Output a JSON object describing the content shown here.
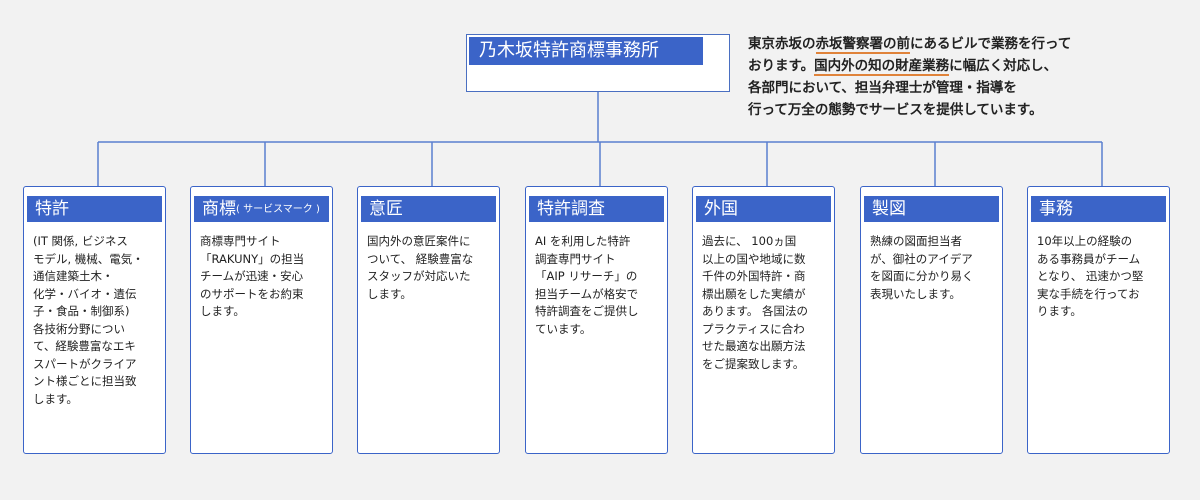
{
  "company": {
    "name": "乃木坂特許商標事務所"
  },
  "intro": {
    "lines": [
      [
        "東京赤坂の",
        {
          "u": "赤坂警察署の前"
        },
        "にあるビルで業務を行って"
      ],
      [
        "おります。",
        {
          "u": "国内外の知の財産業務"
        },
        "に幅広く対応し、"
      ],
      [
        "各部門において、担当弁理士が管理・指導を"
      ],
      [
        "行って万全の態勢でサービスを提供しています。"
      ]
    ],
    "underline_color": "#e0833a"
  },
  "departments": [
    {
      "title": "特許",
      "subtitle": "",
      "body": [
        "(IT 関係, ビジネス",
        "モデル, 機械、電気・",
        "通信建築土木・",
        "化学・バイオ・遺伝",
        "子・食品・制御系)",
        "各技術分野につい",
        "て、経験豊富なエキ",
        "スパートがクライア",
        "ント様ごとに担当致",
        "します。"
      ]
    },
    {
      "title": "商標",
      "subtitle": "( サービスマーク )",
      "body": [
        "商標専門サイト",
        "「RAKUNY」の担当",
        "チームが迅速・安心",
        "のサポートをお約束",
        "します。"
      ]
    },
    {
      "title": "意匠",
      "subtitle": "",
      "body": [
        "国内外の意匠案件に",
        "ついて、 経験豊富な",
        "スタッフが対応いた",
        "します。"
      ]
    },
    {
      "title": "特許調査",
      "subtitle": "",
      "body": [
        "AI を利用した特許",
        "調査専門サイト",
        "「AIP リサーチ」の",
        "担当チームが格安で",
        "特許調査をご提供し",
        "ています。"
      ]
    },
    {
      "title": "外国",
      "subtitle": "",
      "body": [
        "過去に、 100ヵ国",
        "以上の国や地域に数",
        "千件の外国特許・商",
        "標出願をした実績が",
        "あります。 各国法の",
        "プラクティスに合わ",
        "せた最適な出願方法",
        "をご提案致します。"
      ]
    },
    {
      "title": "製図",
      "subtitle": "",
      "body": [
        "熟練の図面担当者",
        "が、御社のアイデア",
        "を図面に分かり易く",
        "表現いたします。"
      ]
    },
    {
      "title": "事務",
      "subtitle": "",
      "body": [
        "10年以上の経験の",
        "ある事務員がチーム",
        "となり、 迅速かつ堅",
        "実な手続を行ってお",
        "ります。"
      ]
    }
  ],
  "colors": {
    "accent": "#3b64c8",
    "connector": "#5a7fd0",
    "background": "#f2f2f2",
    "text": "#222222",
    "header_text": "#ffffff"
  }
}
